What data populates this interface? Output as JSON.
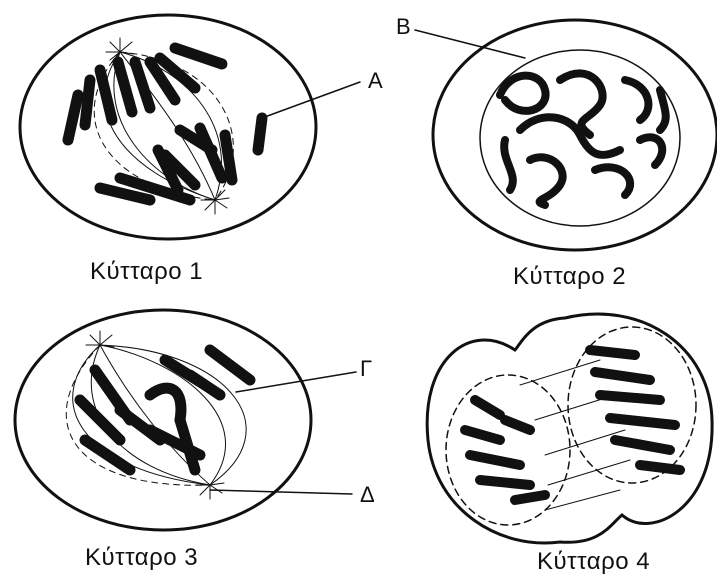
{
  "figure": {
    "cells": [
      {
        "id": "cell-1",
        "caption": "Κύτταρο 1"
      },
      {
        "id": "cell-2",
        "caption": "Κύτταρο 2"
      },
      {
        "id": "cell-3",
        "caption": "Κύτταρο 3"
      },
      {
        "id": "cell-4",
        "caption": "Κύτταρο 4"
      }
    ],
    "markers": {
      "A": "A",
      "B": "B",
      "Gamma": "Γ",
      "Delta": "Δ"
    },
    "colors": {
      "ink": "#111111",
      "background": "#ffffff"
    }
  }
}
